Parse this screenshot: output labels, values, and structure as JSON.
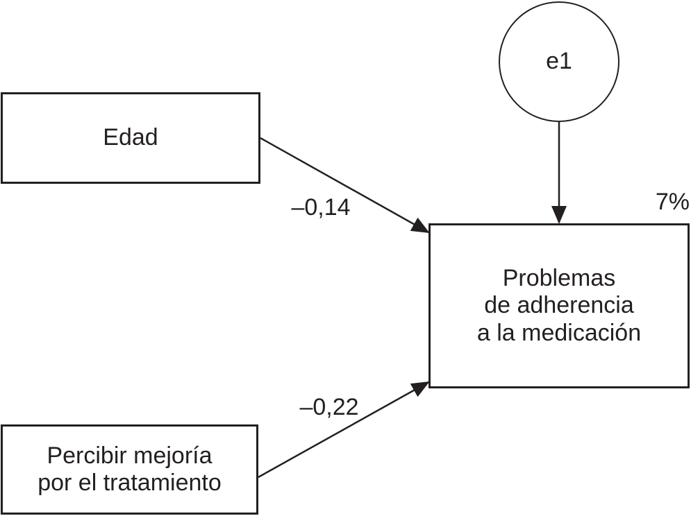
{
  "diagram": {
    "type": "path-model",
    "colors": {
      "stroke": "#231f20",
      "background": "#ffffff"
    },
    "nodes": {
      "edad": {
        "label": "Edad",
        "shape": "rectangle"
      },
      "percibir": {
        "label": "Percibir mejoría\npor el tratamiento",
        "shape": "rectangle"
      },
      "problemas": {
        "label": "Problemas\nde adherencia\na la medicación",
        "shape": "rectangle",
        "variance_explained": "7%"
      },
      "e1": {
        "label": "e1",
        "shape": "circle"
      }
    },
    "edges": [
      {
        "from": "edad",
        "to": "problemas",
        "label": "–0,14"
      },
      {
        "from": "percibir",
        "to": "problemas",
        "label": "–0,22"
      },
      {
        "from": "e1",
        "to": "problemas",
        "label": ""
      }
    ]
  }
}
